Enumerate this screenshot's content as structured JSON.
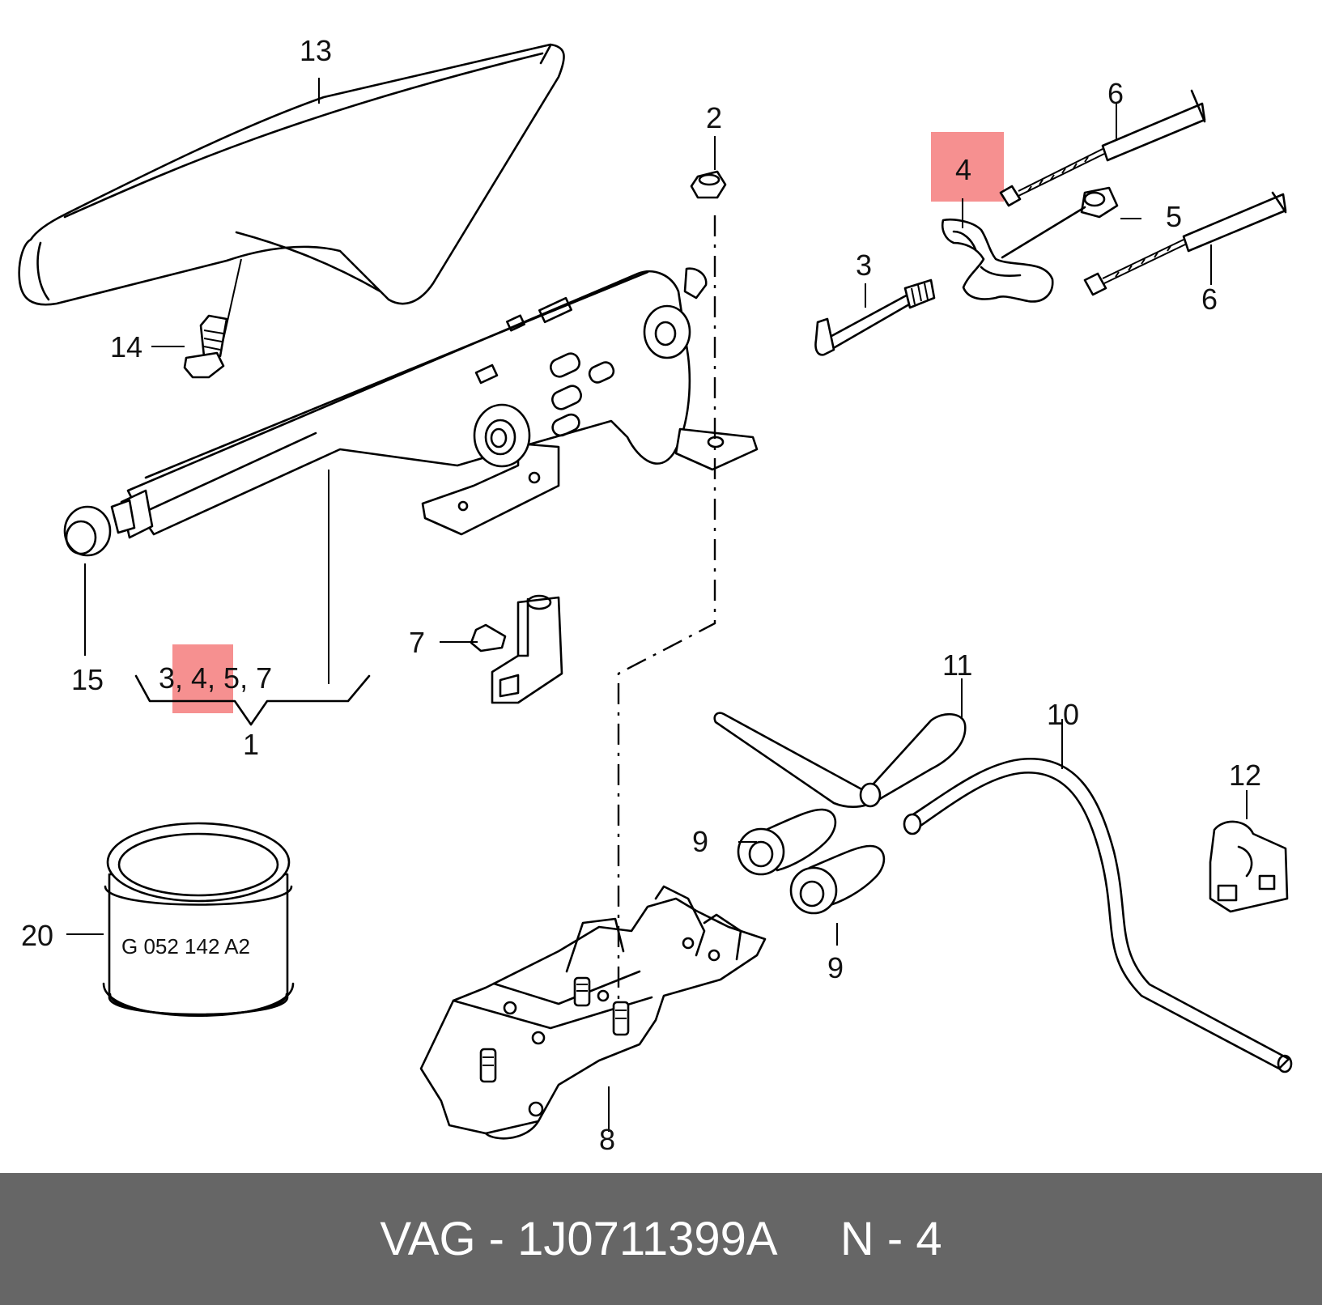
{
  "diagram": {
    "callouts": [
      "1",
      "2",
      "3",
      "4",
      "5",
      "6",
      "6",
      "7",
      "8",
      "9",
      "9",
      "10",
      "11",
      "12",
      "13",
      "14",
      "15",
      "20"
    ],
    "group_label": "3, 4, 5, 7",
    "part_marking": "G 052 142 A2",
    "highlight_color": "#f47c7c"
  },
  "footer": {
    "text": "VAG - 1J0711399A     N - 4",
    "background": "#666666",
    "color": "#ffffff"
  }
}
